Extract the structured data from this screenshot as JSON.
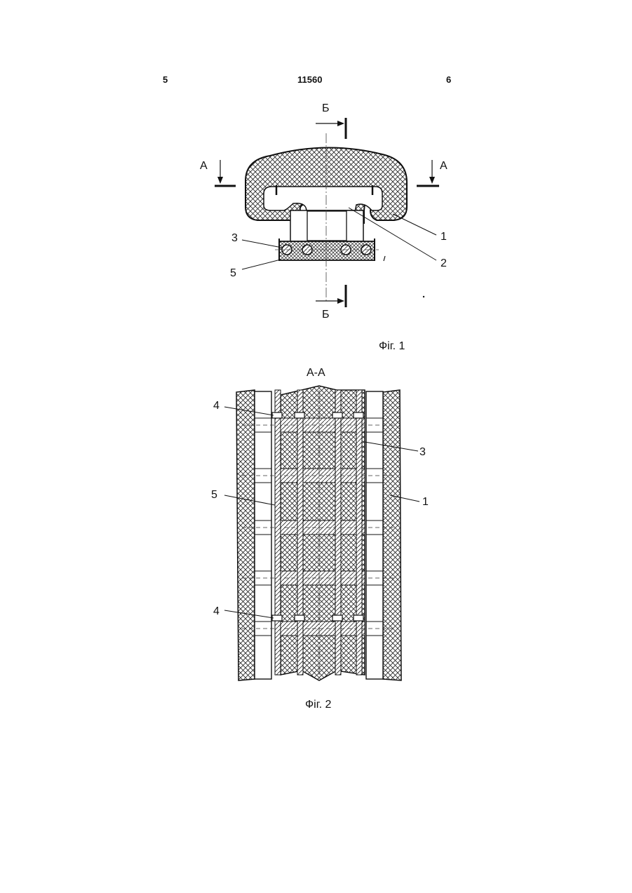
{
  "header": {
    "page_left": "5",
    "patent_number": "11560",
    "page_right": "6"
  },
  "figure1": {
    "caption": "Фіг. 1",
    "section_a_left": "А",
    "section_a_right": "А",
    "section_b_top": "Б",
    "section_b_bottom": "Б",
    "callouts": {
      "n1": "1",
      "n2": "2",
      "n3": "3",
      "n5": "5"
    }
  },
  "figure2": {
    "title": "А-А",
    "caption": "Фіг. 2",
    "callouts": {
      "n4_top": "4",
      "n3": "3",
      "n5": "5",
      "n1": "1",
      "n4_bottom": "4"
    }
  }
}
